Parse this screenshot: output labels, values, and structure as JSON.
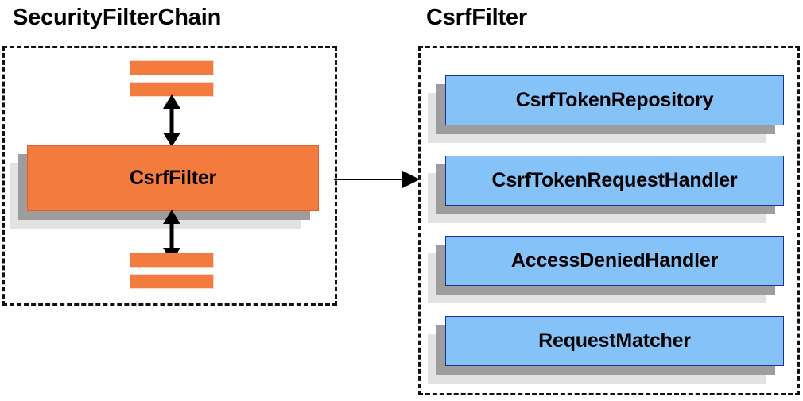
{
  "diagram": {
    "type": "architecture-block-diagram",
    "background_color": "#ffffff",
    "panels": [
      {
        "id": "security-filter-chain",
        "title": "SecurityFilterChain",
        "border_style": "dashed",
        "border_color": "#111111",
        "blocks": [
          {
            "label": "",
            "kind": "filter-bar",
            "color": "#f47b3e"
          },
          {
            "label": "",
            "kind": "filter-bar",
            "color": "#f47b3e"
          },
          {
            "label": "CsrfFilter",
            "kind": "stacked-box",
            "color": "#f47b3e"
          },
          {
            "label": "",
            "kind": "filter-bar",
            "color": "#f47b3e"
          },
          {
            "label": "",
            "kind": "filter-bar",
            "color": "#f47b3e"
          }
        ]
      },
      {
        "id": "csrf-filter",
        "title": "CsrfFilter",
        "border_style": "dashed",
        "border_color": "#111111",
        "blocks": [
          {
            "label": "CsrfTokenRepository",
            "kind": "stacked-box",
            "color": "#85c2f7"
          },
          {
            "label": "CsrfTokenRequestHandler",
            "kind": "stacked-box",
            "color": "#85c2f7"
          },
          {
            "label": "AccessDeniedHandler",
            "kind": "stacked-box",
            "color": "#85c2f7"
          },
          {
            "label": "RequestMatcher",
            "kind": "stacked-box",
            "color": "#85c2f7"
          }
        ]
      }
    ],
    "connectors": [
      {
        "id": "arrow-upper",
        "style": "double-headed-vertical",
        "color": "#000000"
      },
      {
        "id": "arrow-lower",
        "style": "double-headed-vertical",
        "color": "#000000"
      },
      {
        "id": "arrow-link",
        "style": "single-headed-horizontal",
        "color": "#000000"
      }
    ],
    "colors": {
      "orange_fill": "#f47b3e",
      "orange_border": "#e0622a",
      "orange_bar_border": "#fbd6c2",
      "blue_fill": "#85c2f7",
      "blue_border": "#1b2f9e",
      "shadow_mid": "#9d9d9d",
      "shadow_back": "#e2e2e2",
      "text": "#000000"
    }
  }
}
